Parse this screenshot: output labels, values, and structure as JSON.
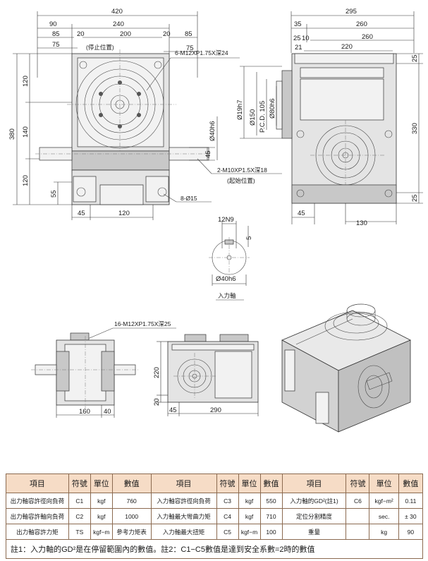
{
  "front_view": {
    "dims": {
      "overall_width": "420",
      "d90": "90",
      "d240": "240",
      "d85_left": "85",
      "d20_left": "20",
      "d200": "200",
      "d20_right": "20",
      "d85_right": "85",
      "d75_left": "75",
      "d75_right": "75",
      "overall_height": "380",
      "d120_top": "120",
      "d140": "140",
      "d120_bottom": "120",
      "d55": "55",
      "d45_bottom": "45",
      "d120_base": "120",
      "shaft_d45": "45",
      "shaft_dia": "Ø40h6"
    },
    "labels": {
      "stop_position": "(停止位置)",
      "tap_top": "6-M12XP1.75X深24",
      "tap_shaft": "2-M10XP1.5X深18",
      "start_position": "(起始位置)",
      "holes": "8-Ø15"
    }
  },
  "side_view": {
    "dims": {
      "overall": "295",
      "d35": "35",
      "d260_top": "260",
      "d25": "25",
      "d10": "10",
      "d260": "260",
      "d21": "21",
      "d220": "220",
      "r25_top": "25",
      "r330": "330",
      "r25_bottom": "25",
      "d19": "Ø19h7",
      "d150": "Ø150",
      "pcd": "P.C.D. 105",
      "d80": "Ø80h6",
      "d45_bottom": "45",
      "d130": "130"
    }
  },
  "shaft_detail": {
    "dims": {
      "key": "12N9",
      "depth": "5",
      "dia": "Ø40h6"
    },
    "label": "入力軸"
  },
  "bottom_views": {
    "tap": "16-M12XP1.75X深25",
    "d160": "160",
    "d40": "40",
    "d220": "220",
    "d20": "20",
    "d45": "45",
    "d290": "290"
  },
  "spec_table": {
    "headers": [
      "項目",
      "符號",
      "單位",
      "數值",
      "項目",
      "符號",
      "單位",
      "數值",
      "項目",
      "符號",
      "單位",
      "數值"
    ],
    "rows": [
      [
        "出力軸容許徑向負荷",
        "C1",
        "kgf",
        "760",
        "入力軸容許徑向負荷",
        "C3",
        "kgf",
        "550",
        "入力軸的GD²(註1)",
        "C6",
        "kgf−m²",
        "0.11"
      ],
      [
        "出力軸容許軸向負荷",
        "C2",
        "kgf",
        "1000",
        "入力軸最大彎曲力矩",
        "C4",
        "kgf",
        "710",
        "定位分割精度",
        "",
        "sec.",
        "± 30"
      ],
      [
        "出力軸容許力矩",
        "TS",
        "kgf−m",
        "參考力矩表",
        "入力軸最大扭矩",
        "C5",
        "kgf−m",
        "100",
        "重量",
        "",
        "kg",
        "90"
      ]
    ],
    "note": "註1：入力軸的GD²是在停留範圍內的數值。註2：C1−C5數值是達到安全系數=2時的數值"
  },
  "colors": {
    "header_bg": "#f6dcc6",
    "table_border": "#8b6a50",
    "body_gray": "#e4e4e4"
  }
}
